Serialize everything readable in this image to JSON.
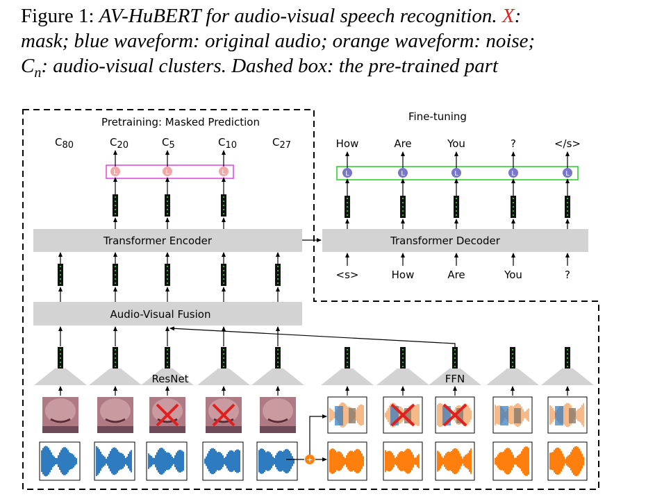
{
  "caption": {
    "figure_label": "Figure 1:",
    "title_italic": "AV-HuBERT for audio-visual speech recognition.",
    "mask_symbol": "X",
    "line1_tail": ":",
    "line2": "mask; blue waveform: original audio; orange waveform: noise;",
    "cluster_symbol": "C",
    "cluster_subscript": "n",
    "line3_tail": ": audio-visual clusters. Dashed box: the pre-trained part"
  },
  "pretraining": {
    "title": "Pretraining: Masked Prediction",
    "targets": [
      {
        "base": "C",
        "sub": "80"
      },
      {
        "base": "C",
        "sub": "20"
      },
      {
        "base": "C",
        "sub": "5"
      },
      {
        "base": "C",
        "sub": "10"
      },
      {
        "base": "C",
        "sub": "27"
      }
    ],
    "loss_symbol": "L",
    "encoder_label": "Transformer Encoder",
    "fusion_label": "Audio-Visual Fusion",
    "resnet_label": "ResNet"
  },
  "finetuning": {
    "title": "Fine-tuning",
    "outputs": [
      "How",
      "Are",
      "You",
      "?",
      "</s>"
    ],
    "loss_symbol": "L",
    "decoder_label": "Transformer Decoder",
    "inputs": [
      "<s>",
      "How",
      "Are",
      "You",
      "?"
    ],
    "ffn_label": "FFN"
  },
  "colors": {
    "mask": "#e0201f",
    "blue_waveform": "#2f7bbf",
    "orange_waveform": "#ff7f0e",
    "pretrain_loss_box": "#e040e0",
    "finetune_loss_box": "#22cc22",
    "pretrain_loss_circle": "#f2a8a8",
    "finetune_loss_circle": "#7777cc",
    "block_gray": "#d3d3d3",
    "feature_green": "#2fb52f"
  }
}
